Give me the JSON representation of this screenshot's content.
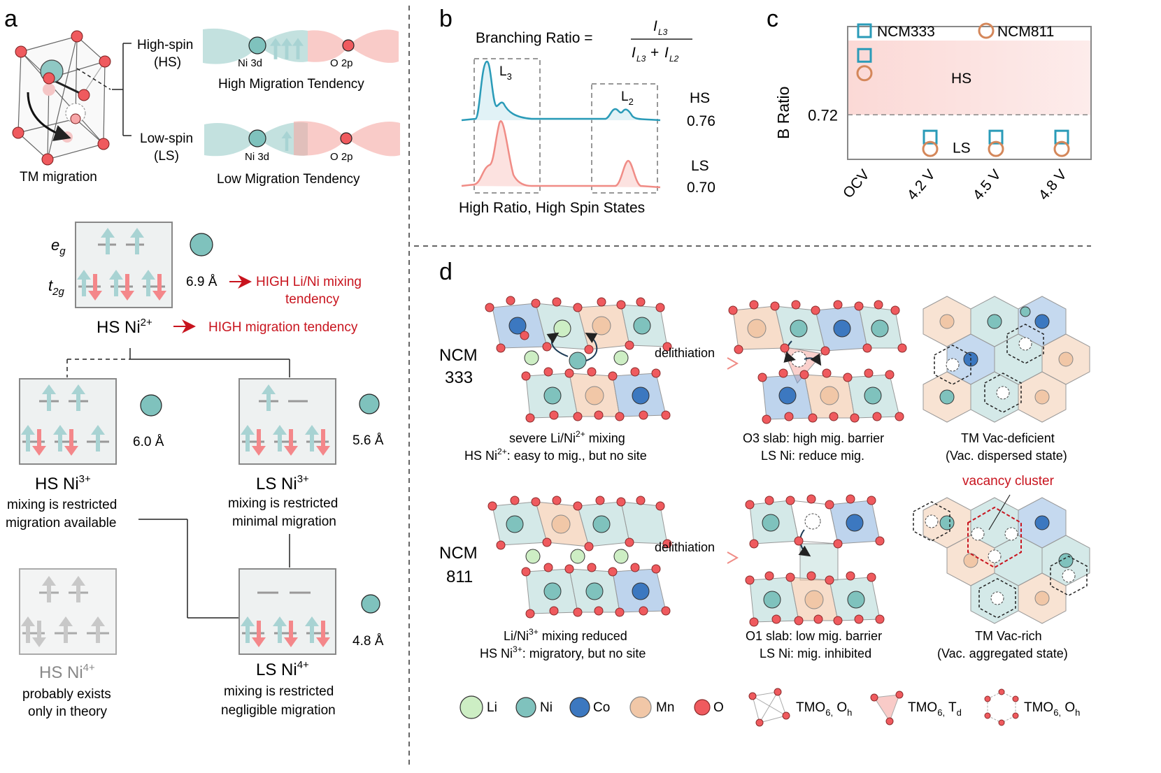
{
  "panel_letters": {
    "a": "a",
    "b": "b",
    "c": "c",
    "d": "d"
  },
  "panel_a_top": {
    "high_spin_label": "High-spin",
    "high_spin_abbr": "(HS)",
    "low_spin_label": "Low-spin",
    "low_spin_abbr": "(LS)",
    "ni_3d": "Ni 3d",
    "o_2p": "O 2p",
    "high_tendency": "High Migration Tendency",
    "low_tendency": "Low Migration Tendency",
    "tm_migration": "TM migration"
  },
  "panel_a_bottom": {
    "eg": "e",
    "eg_sub": "g",
    "t2g": "t",
    "t2g_sub": "2g",
    "radius_hs_ni2": "6.9 Å",
    "radius_hs_ni3": "6.0 Å",
    "radius_ls_ni3": "5.6 Å",
    "radius_ls_ni4": "4.8 Å",
    "high_mixing_line1": "HIGH Li/Ni mixing",
    "high_mixing_line2": "tendency",
    "high_migration": "HIGH migration tendency",
    "hs_ni2_base": "HS Ni",
    "hs_ni2_sup": "2+",
    "hs_ni3_base": "HS Ni",
    "hs_ni3_sup": "3+",
    "hs_ni3_line1": "mixing is restricted",
    "hs_ni3_line2": "migration available",
    "ls_ni3_base": "LS Ni",
    "ls_ni3_sup": "3+",
    "ls_ni3_line1": "mixing is restricted",
    "ls_ni3_line2": "minimal migration",
    "hs_ni4_base": "HS Ni",
    "hs_ni4_sup": "4+",
    "hs_ni4_line1": "probably exists",
    "hs_ni4_line2": "only in theory",
    "ls_ni4_base": "LS Ni",
    "ls_ni4_sup": "4+",
    "ls_ni4_line1": "mixing is restricted",
    "ls_ni4_line2": "negligible migration"
  },
  "panel_b": {
    "branching_label": "Branching Ratio  =",
    "formula_num": "I",
    "formula_num_sub": "L3",
    "formula_den": "I",
    "formula_plus": "+",
    "formula_l3": "L3",
    "formula_l2": "L2",
    "l3_peak": "L",
    "l3_sub": "3",
    "l2_peak": "L",
    "l2_sub": "2",
    "hs_label": "HS",
    "hs_value": "0.76",
    "ls_label": "LS",
    "ls_value": "0.70",
    "caption": "High Ratio, High Spin States"
  },
  "chart_data": {
    "type": "scatter",
    "ylabel": "B Ratio",
    "categories": [
      "OCV",
      "4.2 V",
      "4.5 V",
      "4.8 V"
    ],
    "yticks": [
      "0.72"
    ],
    "threshold": 0.72,
    "region_labels": [
      "HS",
      "LS"
    ],
    "series": [
      {
        "name": "NCM333",
        "marker": "square",
        "color": "#2a9bb8",
        "values": [
          0.76,
          0.705,
          0.705,
          0.705
        ]
      },
      {
        "name": "NCM811",
        "marker": "circle",
        "color": "#d4875a",
        "values": [
          0.748,
          0.697,
          0.697,
          0.697
        ]
      }
    ],
    "ylim": [
      0.69,
      0.77
    ]
  },
  "panel_d": {
    "ncm333_line1": "NCM",
    "ncm333_line2": "333",
    "ncm811_line1": "NCM",
    "ncm811_line2": "811",
    "delithiation": "delithiation",
    "r1_c1_line1_base": "severe Li/Ni",
    "r1_c1_line1_sup": "2+",
    "r1_c1_line1_end": " mixing",
    "r1_c1_line2_base": "HS Ni",
    "r1_c1_line2_sup": "2+",
    "r1_c1_line2_end": ": easy to mig., but no site",
    "r1_c2_line1": "O3 slab: high mig. barrier",
    "r1_c2_line2": "LS Ni: reduce mig.",
    "r1_c3_line1": "TM Vac-deficient",
    "r1_c3_line2": "(Vac. dispersed state)",
    "vacancy_cluster": "vacancy cluster",
    "r2_c1_line1_base": "Li/Ni",
    "r2_c1_line1_sup": "3+",
    "r2_c1_line1_end": " mixing reduced",
    "r2_c1_line2_base": "HS Ni",
    "r2_c1_line2_sup": "3+",
    "r2_c1_line2_end": ": migratory, but no site",
    "r2_c2_line1": "O1 slab: low mig. barrier",
    "r2_c2_line2": "LS Ni: mig. inhibited",
    "r2_c3_line1": "TM Vac-rich",
    "r2_c3_line2": "(Vac. aggregated state)"
  },
  "legend": {
    "li": "Li",
    "ni": "Ni",
    "co": "Co",
    "mn": "Mn",
    "o": "O",
    "tmo6_oh_base": "TMO",
    "tmo6_6": "6,",
    "tmo6_oh": " O",
    "tmo6_oh_sub": "h",
    "tmo6_td_base": "TMO",
    "tmo6_td_6": "6,",
    "tmo6_td": " T",
    "tmo6_td_sub": "d",
    "tmo6_oh2_base": "TMO",
    "tmo6_oh2_6": "6,",
    "tmo6_oh2": " O",
    "tmo6_oh2_sub": "h"
  },
  "colors": {
    "teal": "#a9d4d1",
    "teal_dark": "#2a9bb8",
    "salmon": "#f5a9a3",
    "red_text": "#c8141e",
    "li": "#cdeec4",
    "ni": "#7fc2bd",
    "co": "#3c78c0",
    "mn": "#f1c7a7",
    "o": "#ef5a5e"
  }
}
